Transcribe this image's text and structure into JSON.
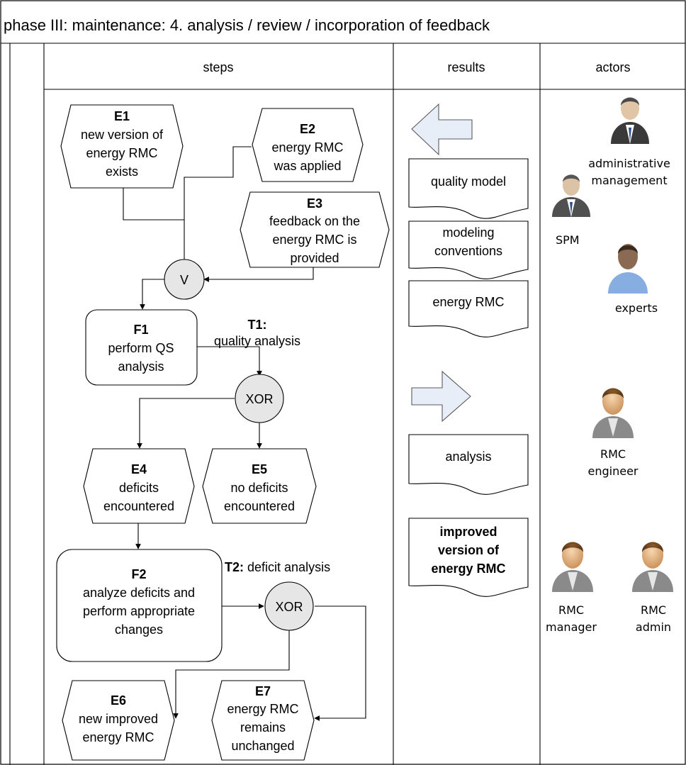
{
  "title": "phase III: maintenance: 4. analysis / review / incorporation of feedback",
  "headers": {
    "steps": "steps",
    "results": "results",
    "actors": "actors"
  },
  "events": {
    "e1": {
      "id": "E1",
      "l1": "new version of",
      "l2": "energy RMC",
      "l3": "exists"
    },
    "e2": {
      "id": "E2",
      "l1": "energy RMC",
      "l2": "was applied"
    },
    "e3": {
      "id": "E3",
      "l1": "feedback on the",
      "l2": "energy RMC  is",
      "l3": "provided"
    },
    "e4": {
      "id": "E4",
      "l1": "deficits",
      "l2": "encountered"
    },
    "e5": {
      "id": "E5",
      "l1": "no deficits",
      "l2": "encountered"
    },
    "e6": {
      "id": "E6",
      "l1": "new improved",
      "l2": "energy RMC"
    },
    "e7": {
      "id": "E7",
      "l1": "energy RMC",
      "l2": "remains",
      "l3": "unchanged"
    }
  },
  "functions": {
    "f1": {
      "id": "F1",
      "l1": "perform QS",
      "l2": "analysis"
    },
    "f2": {
      "id": "F2",
      "l1": "analyze deficits and",
      "l2": "perform appropriate",
      "l3": "changes"
    }
  },
  "tasks": {
    "t1": {
      "id": "T1:",
      "text": "quality analysis"
    },
    "t2": {
      "id": "T2:",
      "text": "deficit analysis"
    }
  },
  "connectors": {
    "and": "V",
    "xor1": "XOR",
    "xor2": "XOR"
  },
  "results": {
    "quality_model": "quality model",
    "modeling_conventions": {
      "l1": "modeling",
      "l2": "conventions"
    },
    "energy_rmc": "energy RMC",
    "analysis": "analysis",
    "improved": {
      "l1": "improved",
      "l2": "version of",
      "l3": "energy RMC"
    }
  },
  "actors": {
    "admin_mgmt": {
      "l1": "administrative",
      "l2": "management"
    },
    "spm": "SPM",
    "experts": "experts",
    "rmc_engineer": {
      "l1": "RMC",
      "l2": "engineer"
    },
    "rmc_manager": {
      "l1": "RMC",
      "l2": "manager"
    },
    "rmc_admin": {
      "l1": "RMC",
      "l2": "admin"
    }
  },
  "colors": {
    "connector_fill": "#e6e6e6",
    "big_arrow_fill": "#e8eef8",
    "person_suit": "#3a3a3a",
    "person_suit_gray": "#8a8a8a",
    "expert_shirt": "#86aee0"
  }
}
